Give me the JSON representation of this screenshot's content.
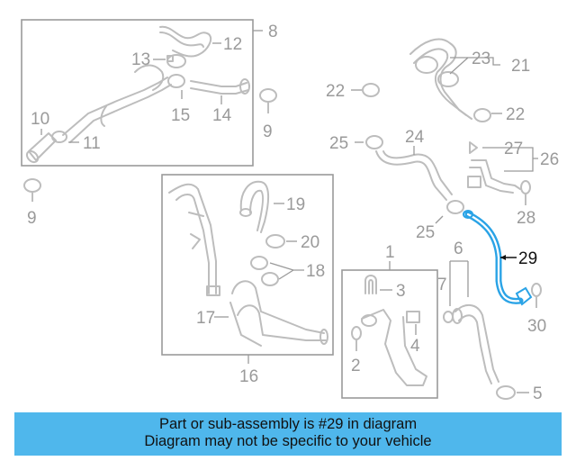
{
  "callouts": {
    "c1": "1",
    "c2": "2",
    "c3": "3",
    "c4": "4",
    "c5": "5",
    "c6": "6",
    "c7": "7",
    "c8": "8",
    "c9a": "9",
    "c9b": "9",
    "c10": "10",
    "c11": "11",
    "c12": "12",
    "c13": "13",
    "c14": "14",
    "c15": "15",
    "c16": "16",
    "c17": "17",
    "c18": "18",
    "c19": "19",
    "c20": "20",
    "c21": "21",
    "c22a": "22",
    "c22b": "22",
    "c23": "23",
    "c24": "24",
    "c25a": "25",
    "c25b": "25",
    "c26": "26",
    "c27": "27",
    "c28": "28",
    "c29": "29",
    "c30": "30"
  },
  "highlight_part": "29",
  "colors": {
    "highlight": "#2aa3e6",
    "banner": "#4fb7ec",
    "parts": "#bdbdbd",
    "labels": "#9a9a9a"
  },
  "banner": {
    "line1": "Part or sub-assembly is #29 in diagram",
    "line2": "Diagram may not be specific to your vehicle"
  }
}
